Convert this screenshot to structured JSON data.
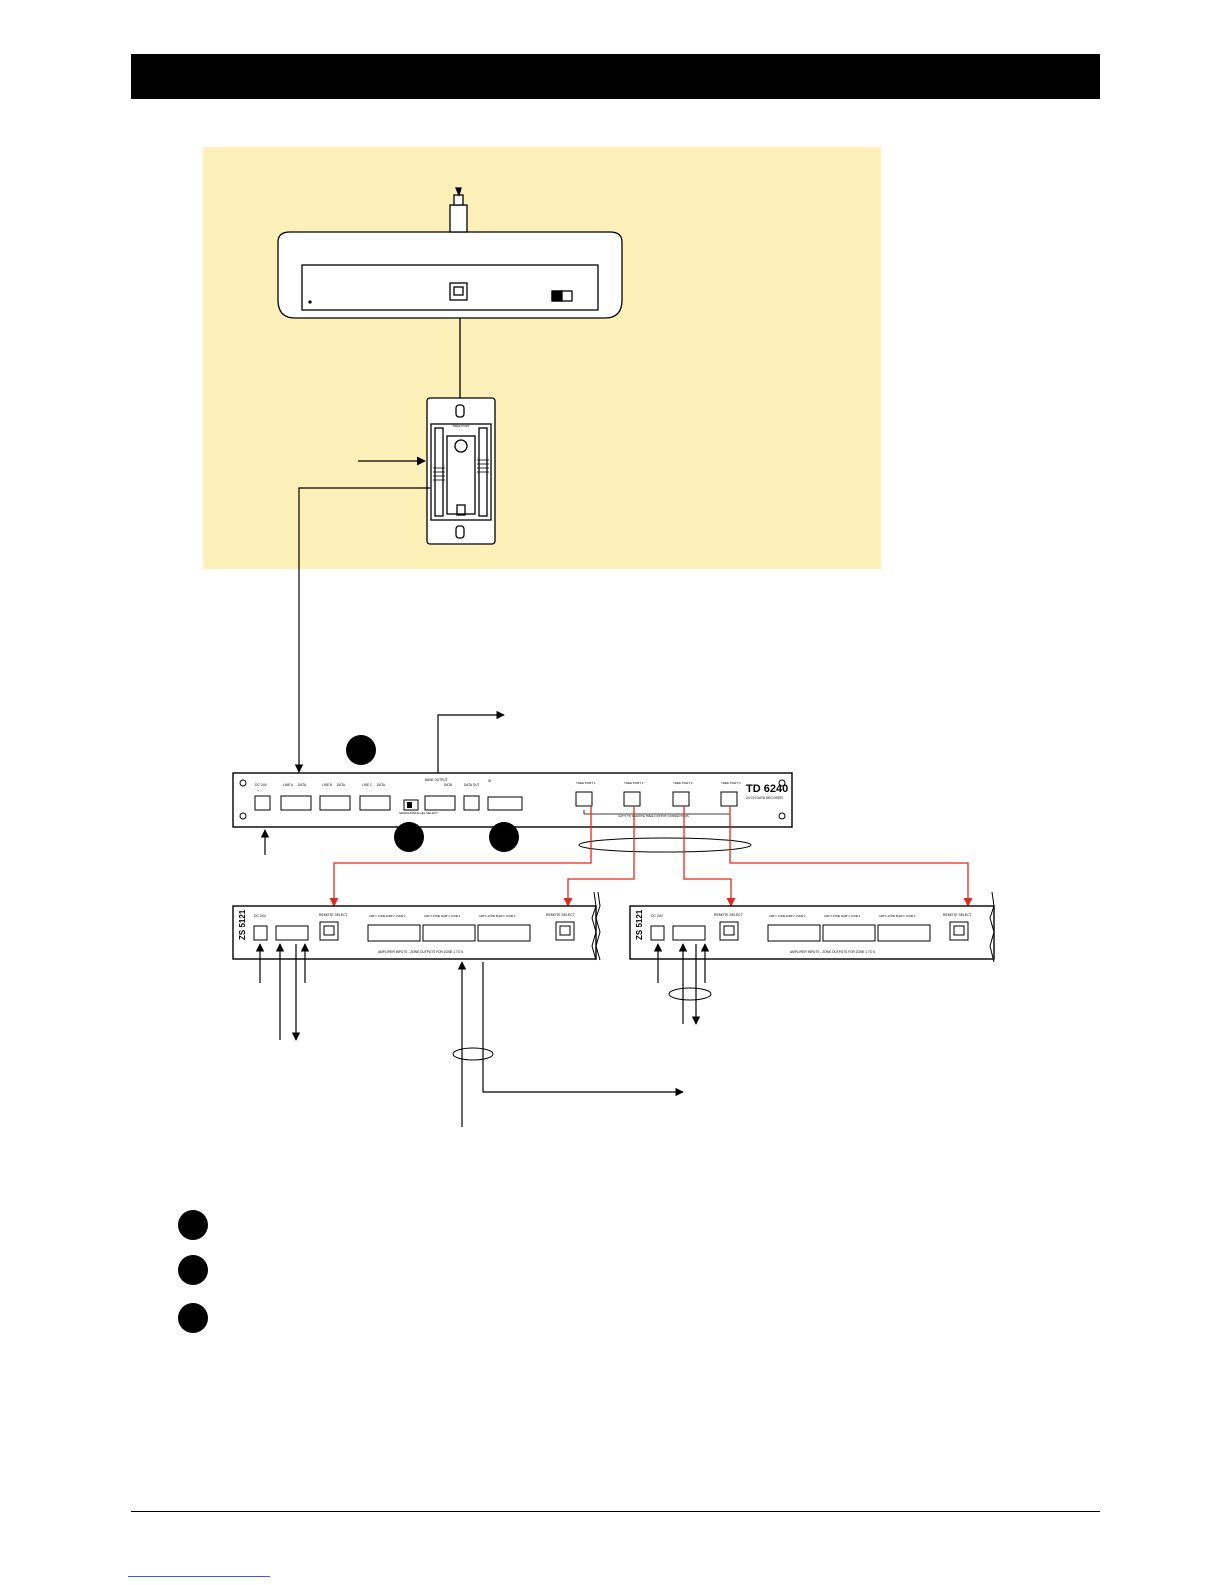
{
  "diagram": {
    "td_panel": {
      "model": "TD 6240",
      "subtitle": "24 CH DATA DECODER",
      "dc_label": "DC 24V",
      "dc_polarity": "+ -",
      "terminal_labels": [
        "LINE A",
        "DATA",
        "LINE B",
        "DATA",
        "LINE C",
        "DATA"
      ],
      "base_label": "BASE OUTPUT",
      "data_label": "DATA",
      "dataout_label": "DATA OUT",
      "select_label": "SERIAL/PARALLEL SELECT",
      "switch_label": "ID",
      "ports": [
        "TREE PORT 1",
        "TREE PORT 2",
        "TREE PORT 3",
        "TREE PORT 4"
      ],
      "port_note": "CAT 5 TO REMOTE TREE OUTPUT CONNECTORS"
    },
    "zs_left": {
      "model": "ZS 5121",
      "dc_label": "DC 24V",
      "remote_select": "REMOTE SELECT",
      "remote_select_right": "REMOTE SELECT",
      "bottom_label": "AMPLIFIER INPUTS - ZONE OUTPUTS FOR ZONE 1 TO 6",
      "inputs": [
        "AMP 1",
        "ZONE 1",
        "AMP 2",
        "ZONE 2",
        "AMP 3",
        "ZONE 3",
        "AMP 4",
        "ZONE 4",
        "AMP 5",
        "ZONE 5",
        "AMP 6",
        "ZONE 6"
      ]
    },
    "zs_right": {
      "model": "ZS 5121",
      "dc_label": "DC 24V",
      "remote_select": "REMOTE SELECT",
      "remote_select_right": "REMOTE SELECT",
      "bottom_label": "AMPLIFIER INPUTS - ZONE OUTPUTS FOR ZONE 1 TO 6",
      "inputs": [
        "AMP 1",
        "ZONE 1",
        "AMP 2",
        "ZONE 2",
        "AMP 3",
        "ZONE 3",
        "AMP 4",
        "ZONE 4",
        "AMP 5",
        "ZONE 5",
        "AMP 6",
        "ZONE 6"
      ]
    },
    "wall_plate": {
      "label": "TREE PORT"
    }
  },
  "colors": {
    "background_panel": "#fdf0b8",
    "stroke": "#000000",
    "red_link": "#e0281e",
    "header": "#000000"
  }
}
